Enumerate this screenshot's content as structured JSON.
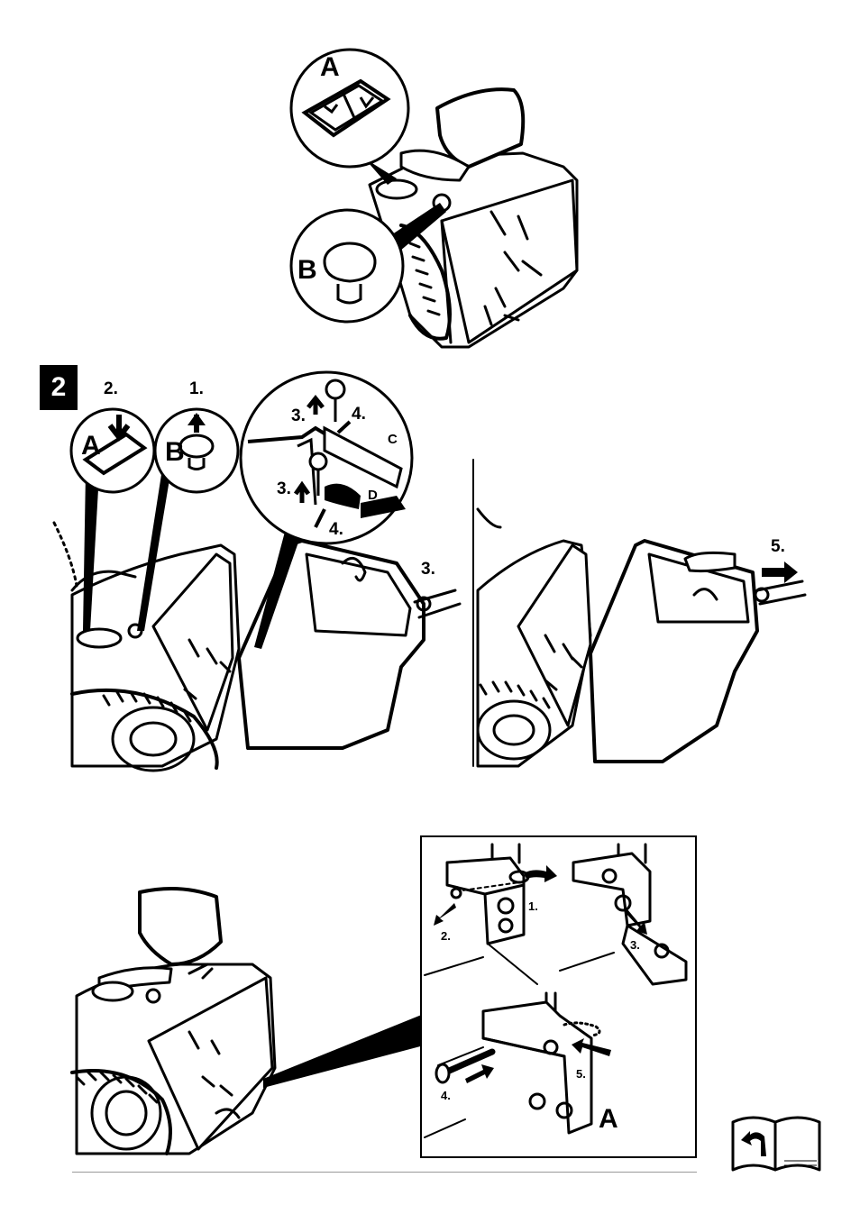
{
  "step_badge": "2",
  "figure_top": {
    "labels": {
      "a": "A",
      "b": "B"
    }
  },
  "figure_mid_left": {
    "labels": {
      "step2": "2.",
      "step1": "1.",
      "a": "A",
      "b": "B",
      "pin_up_1": "3.",
      "pin_out_1": "4.",
      "c": "C",
      "pin_up_2": "3.",
      "d": "D",
      "pin_out_2": "4.",
      "lift": "3."
    }
  },
  "figure_mid_right": {
    "labels": {
      "pull": "5."
    }
  },
  "figure_bottom_detail": {
    "labels": {
      "s1": "1.",
      "s2": "2.",
      "s3": "3.",
      "s4": "4.",
      "s5": "5.",
      "a": "A"
    }
  },
  "icons": {
    "manual": "manual-page-return-icon"
  },
  "colors": {
    "ink": "#000000",
    "paper": "#ffffff",
    "rule": "#999999"
  }
}
